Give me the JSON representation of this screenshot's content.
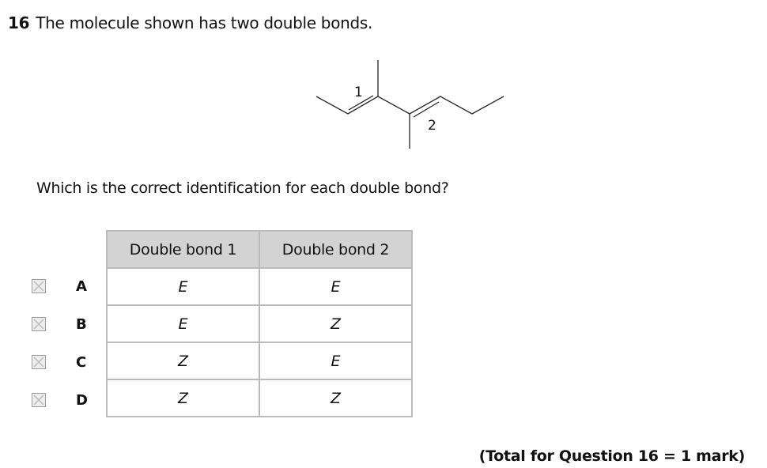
{
  "question": {
    "number": "16",
    "text": "The molecule shown has two double bonds."
  },
  "molecule": {
    "bond_labels": [
      "1",
      "2"
    ]
  },
  "prompt": "Which is the correct identification for each double bond?",
  "table": {
    "headers": [
      "Double bond 1",
      "Double bond 2"
    ],
    "rows": [
      {
        "letter": "A",
        "bond1": "E",
        "bond2": "E"
      },
      {
        "letter": "B",
        "bond1": "E",
        "bond2": "Z"
      },
      {
        "letter": "C",
        "bond1": "Z",
        "bond2": "E"
      },
      {
        "letter": "D",
        "bond1": "Z",
        "bond2": "Z"
      }
    ]
  },
  "total": "(Total for Question 16 = 1 mark)"
}
